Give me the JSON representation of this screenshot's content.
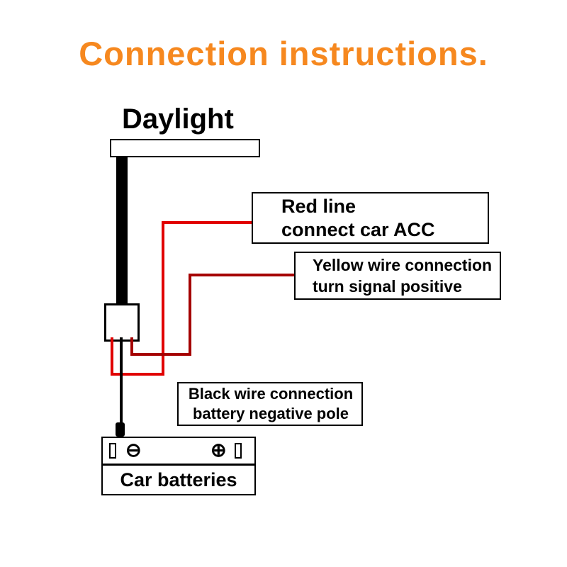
{
  "diagram": {
    "title": "Connection instructions.",
    "daylight": {
      "label": "Daylight"
    },
    "labels": {
      "red": {
        "line1": "Red line",
        "line2": "connect car ACC"
      },
      "yellow": {
        "line1": "Yellow wire connection",
        "line2": "turn signal positive"
      },
      "black": {
        "line1": "Black wire connection",
        "line2": "battery negative pole"
      }
    },
    "battery": {
      "label": "Car batteries",
      "negative_symbol": "⊖",
      "positive_symbol": "⊕"
    },
    "colors": {
      "title_orange": "#f6881f",
      "red_wire": "#e10000",
      "dark_red_wire": "#a50000",
      "black_wire": "#000000"
    }
  }
}
